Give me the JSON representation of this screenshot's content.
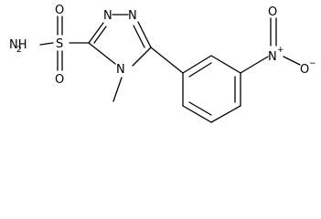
{
  "structure": {
    "atoms": {
      "n_sulfonamide": "NH",
      "n_sulfonamide_h_count": "2",
      "sulfur": "S",
      "sulfonyl_o_top": "O",
      "sulfonyl_o_bottom": "O",
      "triazole_n1": "N",
      "triazole_n2": "N",
      "triazole_n4": "N",
      "nitro_n": "N",
      "nitro_n_charge": "+",
      "nitro_o_double": "O",
      "nitro_o_single": "O",
      "nitro_o_charge": "−"
    }
  },
  "colors": {
    "bond": "#000000",
    "background": "#ffffff"
  }
}
